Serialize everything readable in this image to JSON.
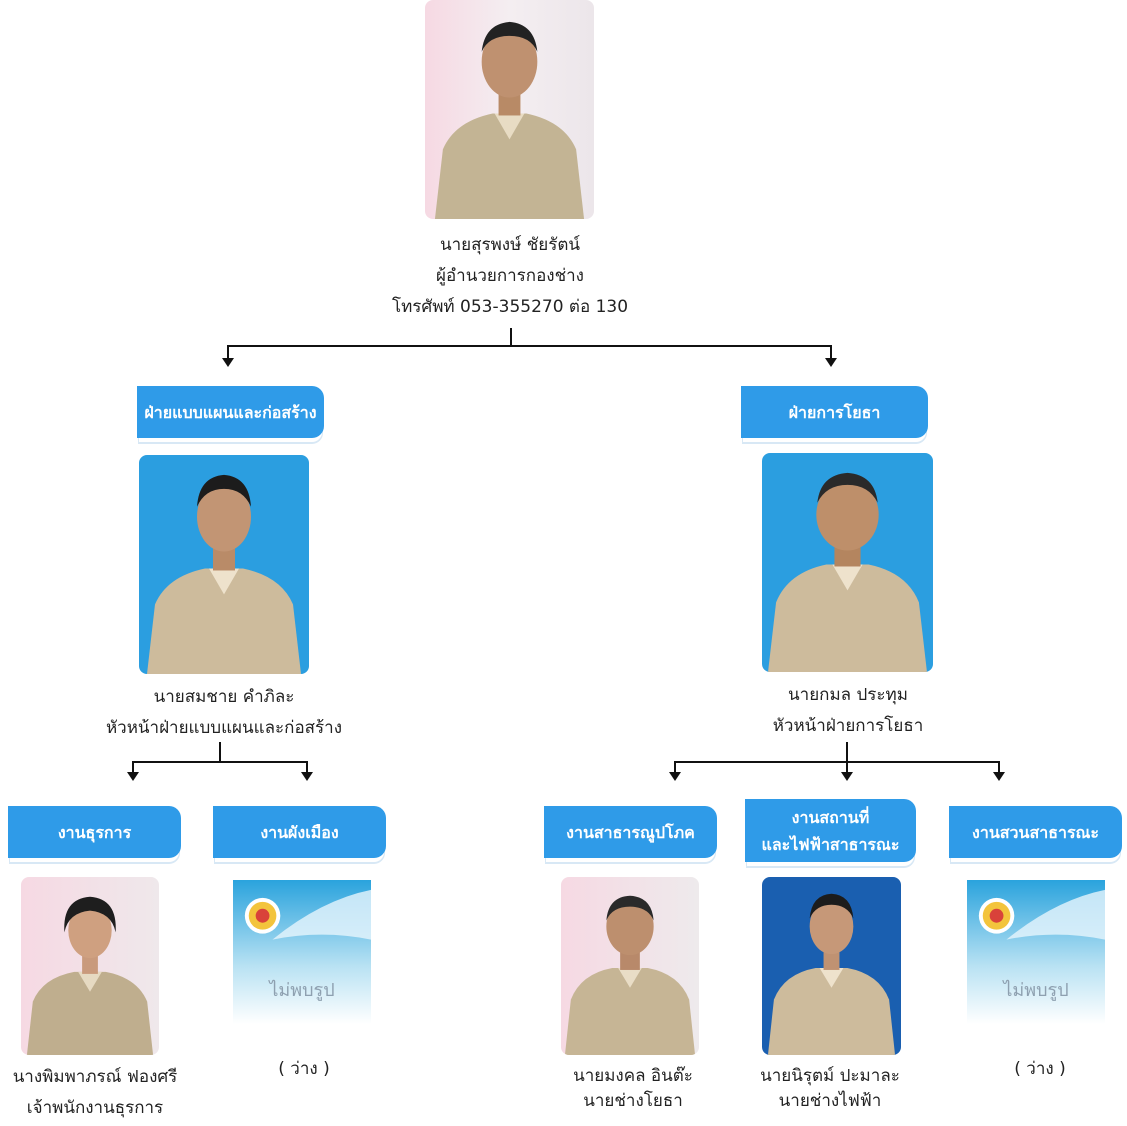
{
  "director": {
    "name": "นายสุรพงษ์  ชัยรัตน์",
    "title": "ผู้อำนวยการกองช่าง",
    "phone": "โทรศัพท์ 053-355270 ต่อ 130"
  },
  "divisions": {
    "design": {
      "label": "ฝ่ายแบบแผนและก่อสร้าง",
      "head_name": "นายสมชาย คำภิละ",
      "head_title": "หัวหน้าฝ่ายแบบแผนและก่อสร้าง",
      "units": [
        {
          "label": "งานธุรการ",
          "name": "นางพิมพาภรณ์ ฟองศรี",
          "title": "เจ้าพนักงานธุรการ"
        },
        {
          "label": "งานผังเมือง",
          "vacant": "( ว่าง )",
          "no_photo": "ไม่พบรูป"
        }
      ]
    },
    "works": {
      "label": "ฝ่ายการโยธา",
      "head_name": "นายกมล ประทุม",
      "head_title": "หัวหน้าฝ่ายการโยธา",
      "units": [
        {
          "label": "งานสาธารณูปโภค",
          "name": "นายมงคล  อินต๊ะ",
          "title": "นายช่างโยธา"
        },
        {
          "label_line1": "งานสถานที่",
          "label_line2": "และไฟฟ้าสาธารณะ",
          "name": "นายนิรุตม์  ปะมาละ",
          "title": "นายช่างไฟฟ้า"
        },
        {
          "label": "งานสวนสาธารณะ",
          "vacant": "( ว่าง )",
          "no_photo": "ไม่พบรูป"
        }
      ]
    }
  },
  "colors": {
    "box_blue": "#2f9be8",
    "photo_bg_blue": "#2b9ee0",
    "photo_bg_dark_blue": "#1a5fb0",
    "photo_bg_pink": "#f3e4ea",
    "uniform_khaki": "#c9b89a"
  }
}
